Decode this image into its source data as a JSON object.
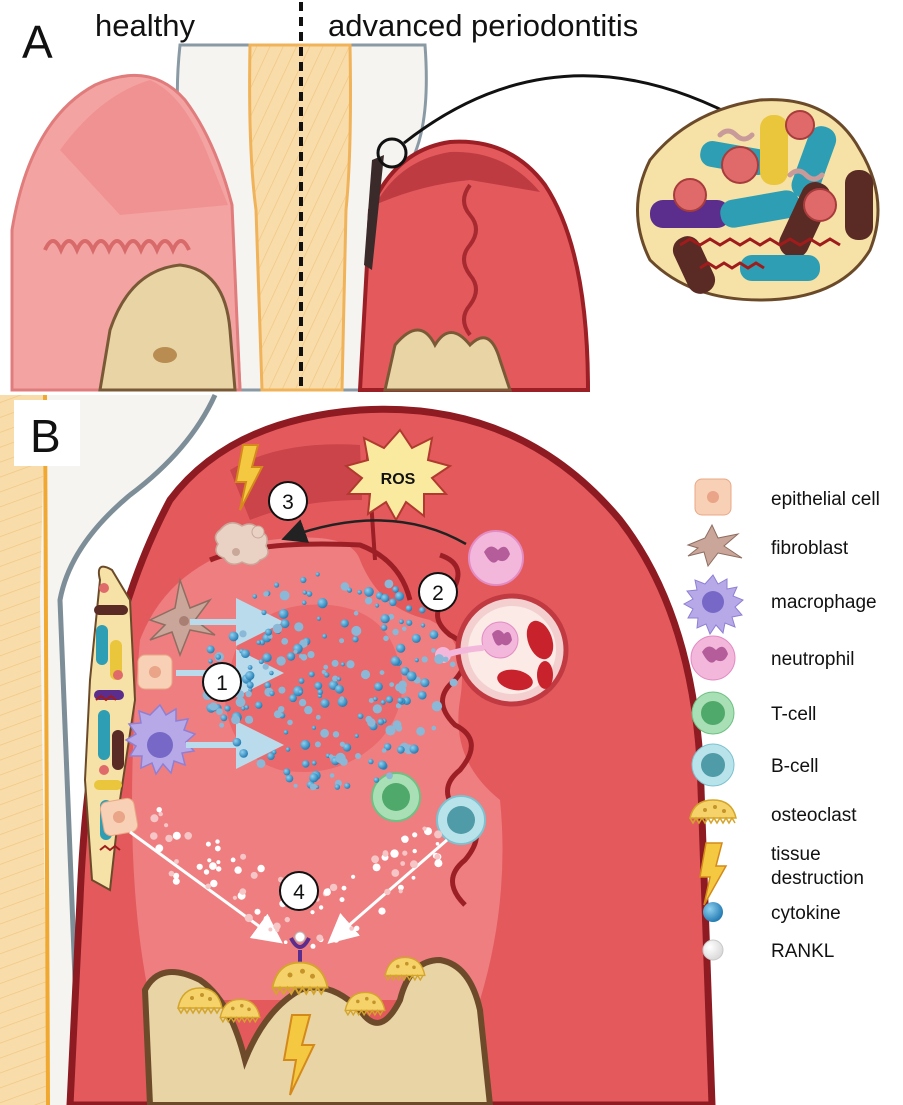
{
  "panel_a": {
    "letter": "A",
    "left_label": "healthy",
    "right_label": "advanced periodontitis"
  },
  "panel_b": {
    "letter": "B",
    "ros_label": "ROS",
    "step_badges": [
      "1",
      "2",
      "3",
      "4"
    ]
  },
  "legend": {
    "items": [
      {
        "icon": "epithelial-cell-icon",
        "label": "epithelial cell"
      },
      {
        "icon": "fibroblast-icon",
        "label": "fibroblast"
      },
      {
        "icon": "macrophage-icon",
        "label": "macrophage"
      },
      {
        "icon": "neutrophil-icon",
        "label": "neutrophil"
      },
      {
        "icon": "t-cell-icon",
        "label": "T-cell"
      },
      {
        "icon": "b-cell-icon",
        "label": "B-cell"
      },
      {
        "icon": "osteoclast-icon",
        "label": "osteoclast"
      },
      {
        "icon": "lightning-icon",
        "label_line1": "tissue",
        "label_line2": "destruction"
      },
      {
        "icon": "cytokine-icon",
        "label": "cytokine"
      },
      {
        "icon": "rankl-icon",
        "label": "RANKL"
      }
    ]
  },
  "colors": {
    "gingiva": "#e8585c",
    "gingiva_dark": "#a8222a",
    "healthy_gum": "#f4a8a8",
    "bone": "#e9d6a8",
    "enamel": "#f7f5f2",
    "dentin": "#f6d9a6",
    "cytokine": "#2b8fc5",
    "arrow": "#b9dbec"
  }
}
